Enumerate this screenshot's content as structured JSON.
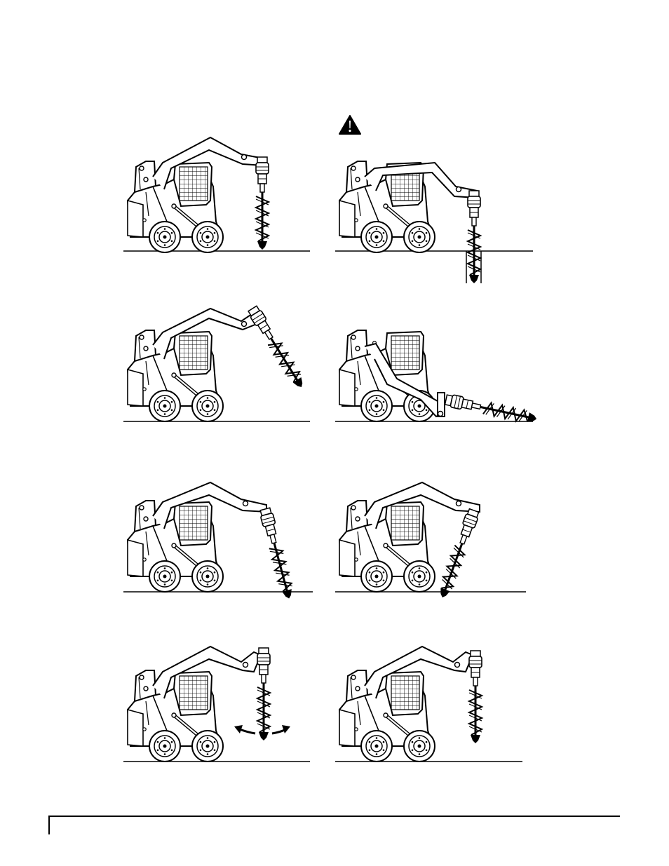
{
  "page": {
    "ink_color": "#000000",
    "paper_color": "#ffffff"
  },
  "warning": {
    "icon": "warning-triangle-icon"
  },
  "illustrations": [
    {
      "name": "skid-steer-auger-vertical-above-ground",
      "auger_state": "vertical",
      "arrows": false
    },
    {
      "name": "skid-steer-auger-in-hole",
      "auger_state": "in-hole",
      "arrows": false
    },
    {
      "name": "skid-steer-auger-raised-angled",
      "auger_state": "angled-forward",
      "arrows": false
    },
    {
      "name": "skid-steer-auger-lowered-horizontal",
      "auger_state": "horizontal",
      "arrows": false
    },
    {
      "name": "skid-steer-auger-angled-forward",
      "auger_state": "angled-forward",
      "arrows": false
    },
    {
      "name": "skid-steer-auger-angled-back",
      "auger_state": "angled-back",
      "arrows": false
    },
    {
      "name": "skid-steer-auger-swing-arrows",
      "auger_state": "vertical",
      "arrows": true
    },
    {
      "name": "skid-steer-auger-vertical-centered",
      "auger_state": "vertical",
      "arrows": false
    }
  ]
}
